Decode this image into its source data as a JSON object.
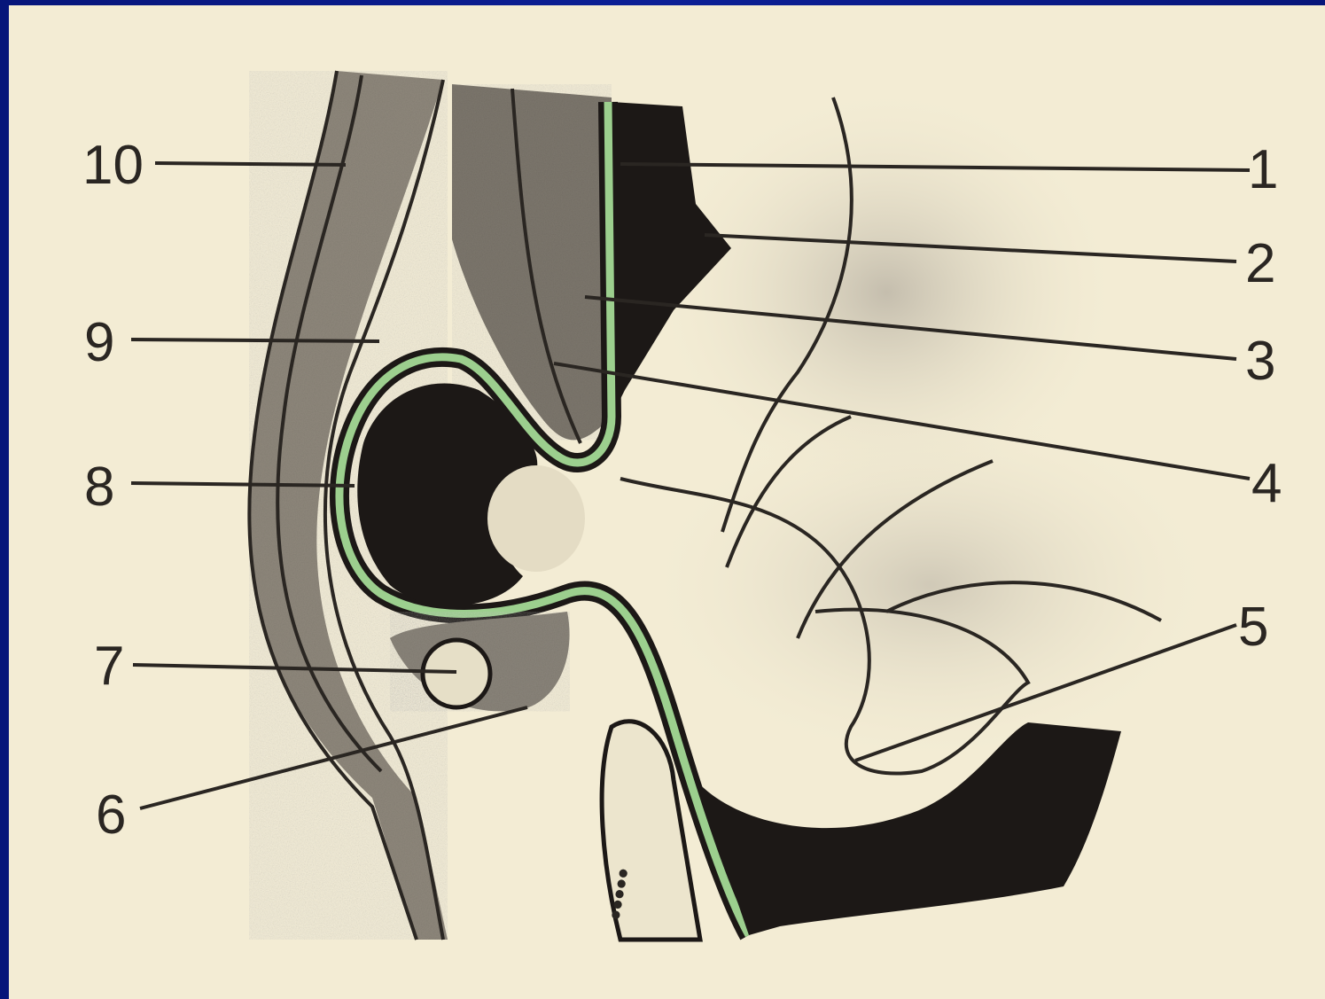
{
  "figure": {
    "labels": [
      "1",
      "2",
      "3",
      "4",
      "5",
      "6",
      "7",
      "8",
      "9",
      "10"
    ],
    "colors": {
      "background_frame": "#0a1a8a",
      "paper": "#f3ecd4",
      "tissue_dark": "#1c1816",
      "tissue_mid": "#8a847a",
      "tissue_light": "#e9e2ca",
      "membrane": "#9ccf8e",
      "ink": "#2a2622"
    }
  }
}
